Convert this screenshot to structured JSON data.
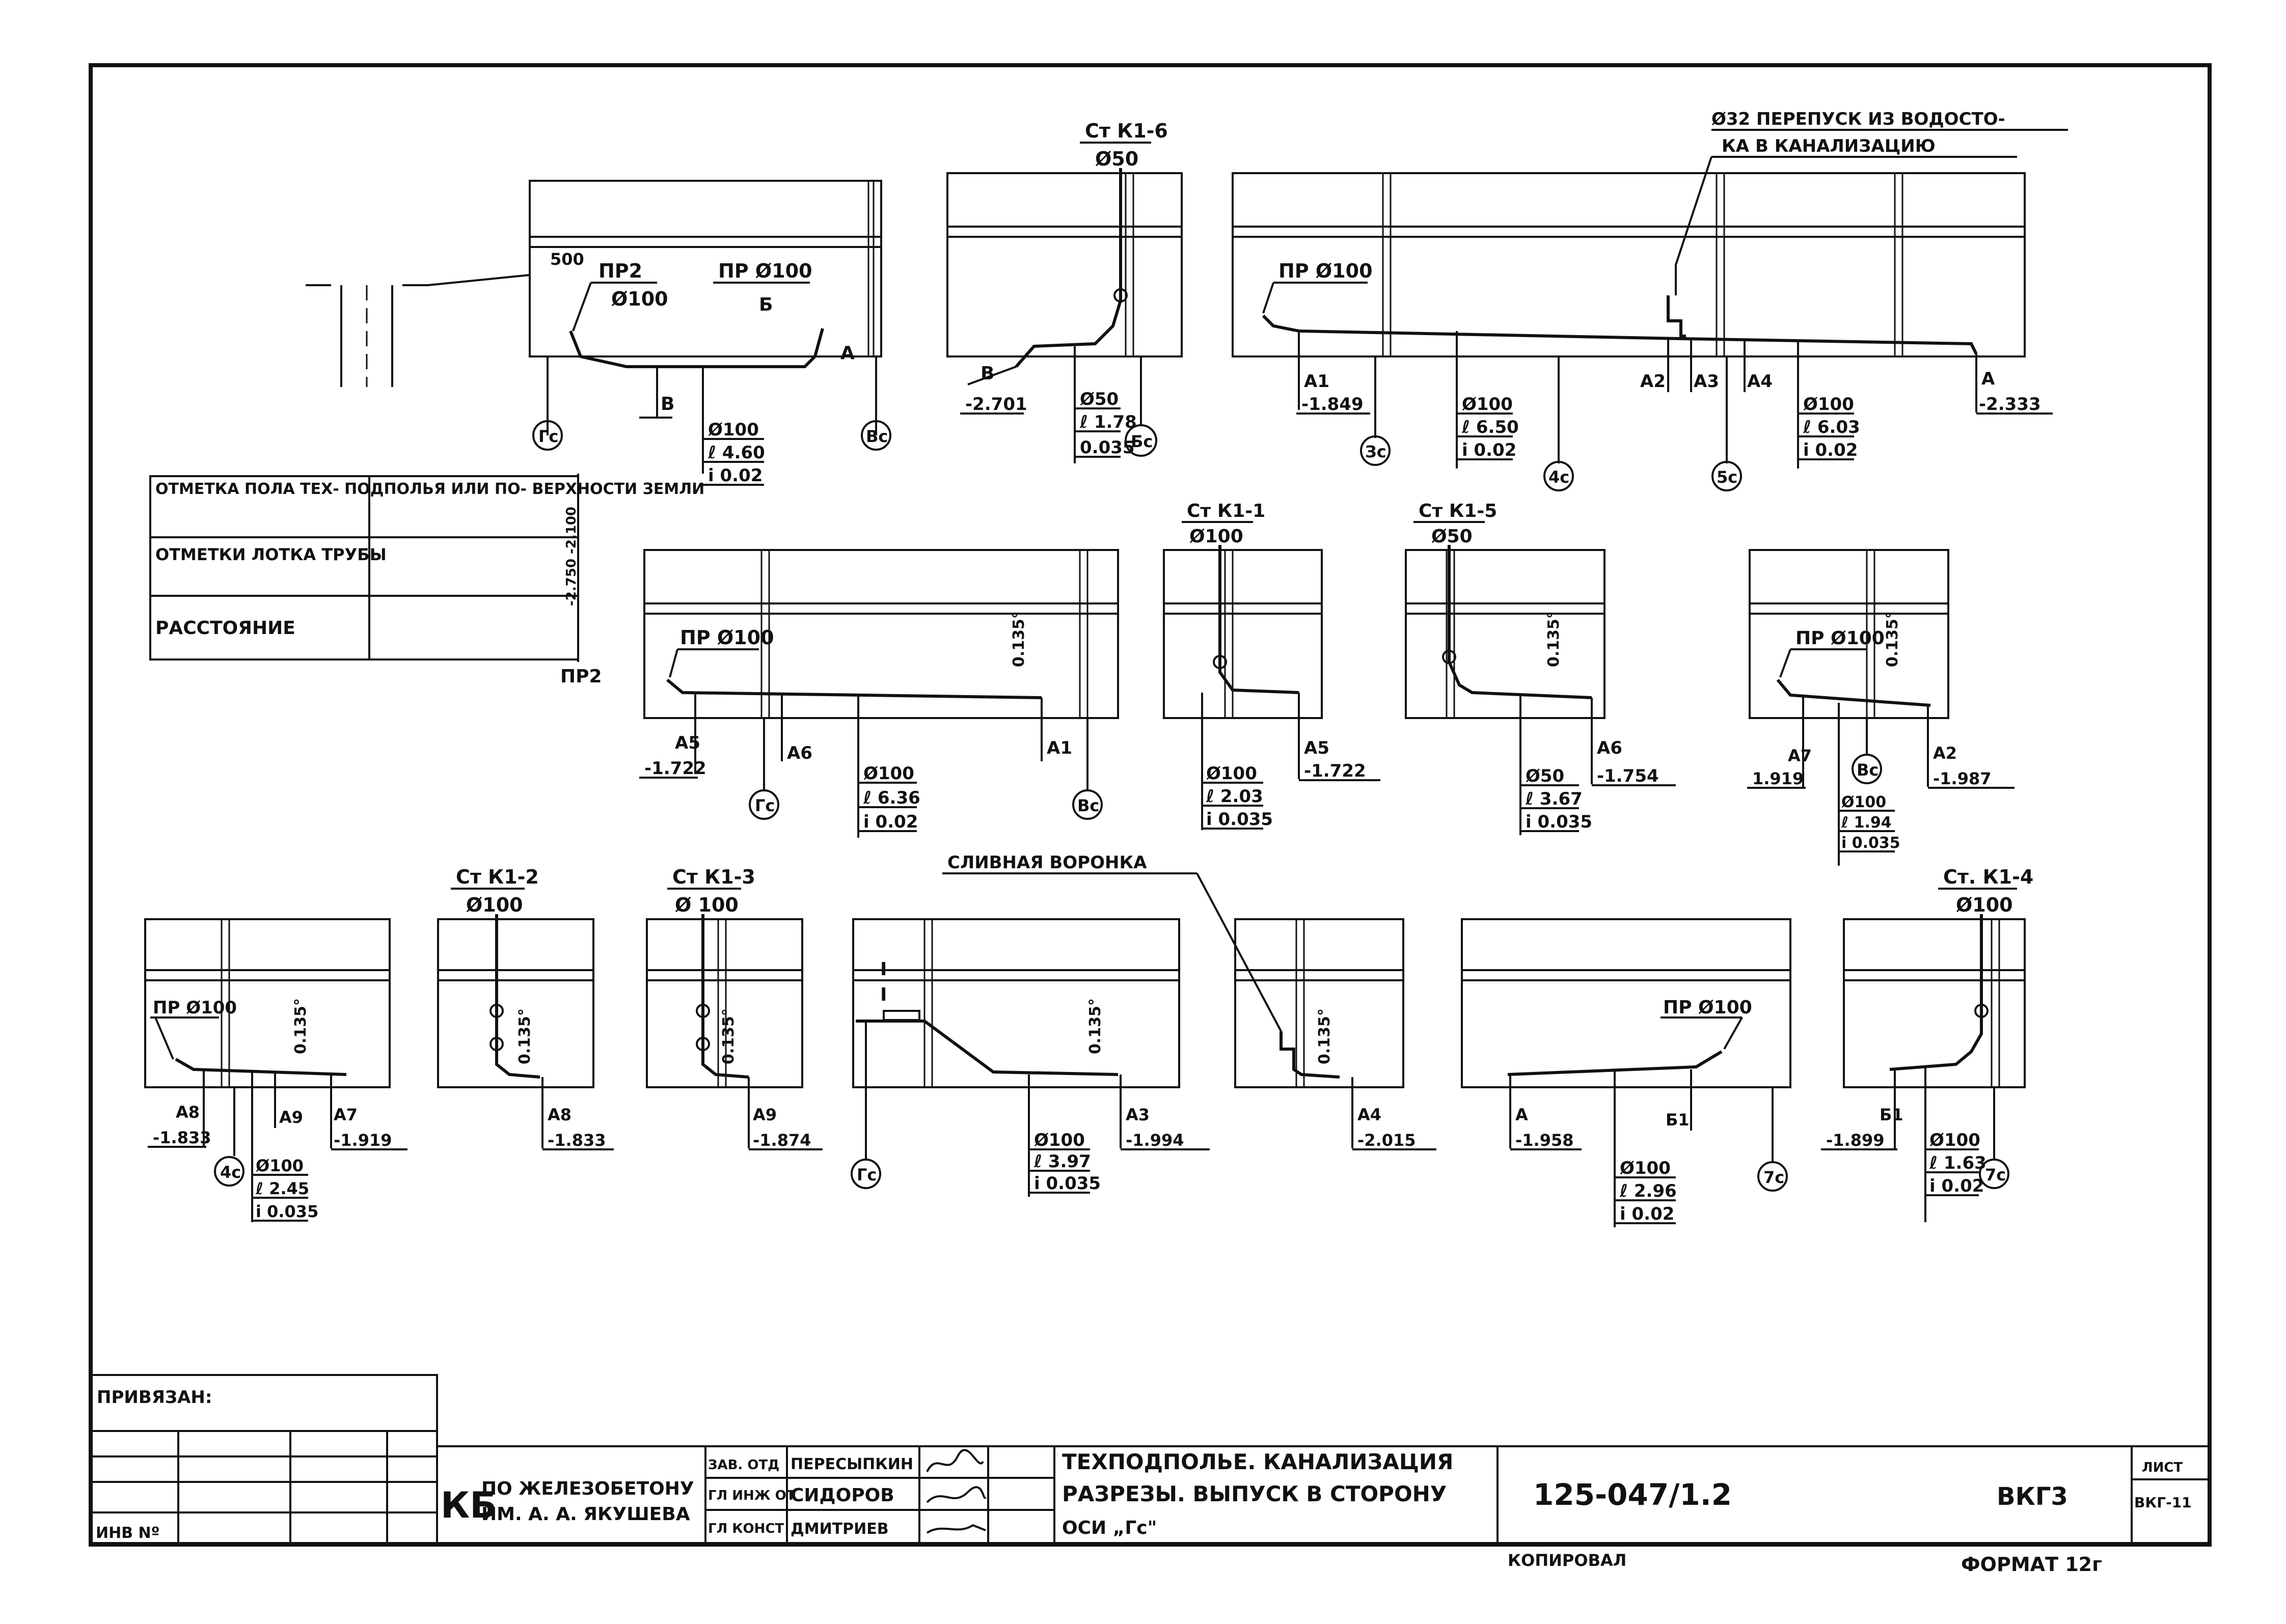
{
  "colors": {
    "ink": "#111111",
    "paper": "#ffffff"
  },
  "table": {
    "row1": "ОТМЕТКА ПОЛА ТЕХ- ПОДПОЛЬЯ ИЛИ ПО- ВЕРХНОСТИ ЗЕМЛИ",
    "row2": "ОТМЕТКИ ЛОТКА ТРУБЫ",
    "row3": "РАССТОЯНИЕ",
    "scale_value": "-2.750 -2.100",
    "label": "ПР2"
  },
  "sections": {
    "s1": {
      "pr_left": "ПР2",
      "pr_left_d": "Ø100",
      "pr_right": "ПР Ø100",
      "dim": "500",
      "b": "Б",
      "a": "А",
      "v": "В",
      "pipe": [
        "Ø100",
        "ℓ 4.60",
        "i 0.02"
      ],
      "axis_left": "Гс",
      "axis_right": "Вс"
    },
    "s2": {
      "riser": "Ст К1-6",
      "riser_d": "Ø50",
      "v": "В",
      "elev": "-2.701",
      "pipe": [
        "Ø50",
        "ℓ 1.78",
        "0.035"
      ],
      "axis": "Бс"
    },
    "s3": {
      "note1": "Ø32 ПЕРЕПУСК ИЗ ВОДОСТО-",
      "note2": "КА В КАНАЛИЗАЦИЮ",
      "pr": "ПР Ø100",
      "a1": "А1",
      "a1_elev": "-1.849",
      "a2": "А2",
      "a3": "А3",
      "a4": "А4",
      "a": "А",
      "a_elev": "-2.333",
      "pipe1": [
        "Ø100",
        "ℓ 6.50",
        "i 0.02"
      ],
      "pipe2": [
        "Ø100",
        "ℓ 6.03",
        "i 0.02"
      ],
      "axis1": "Зс",
      "axis2": "4с",
      "axis3": "5с"
    },
    "s4": {
      "pr": "ПР Ø100",
      "a5": "А5",
      "a5_elev": "-1.722",
      "a6": "А6",
      "a1": "А1",
      "slope": "0.135°",
      "pipe": [
        "Ø100",
        "ℓ 6.36",
        "i 0.02"
      ],
      "axis1": "Гс",
      "axis2": "Вс"
    },
    "s5": {
      "riser": "Ст К1-1",
      "riser_d": "Ø100",
      "a5": "А5",
      "a5_elev": "-1.722",
      "pipe": [
        "Ø100",
        "ℓ 2.03",
        "i 0.035"
      ]
    },
    "s6": {
      "riser": "Ст К1-5",
      "riser_d": "Ø50",
      "slope": "0.135°",
      "a6": "А6",
      "a6_elev": "-1.754",
      "pipe": [
        "Ø50",
        "ℓ 3.67",
        "i 0.035"
      ]
    },
    "s7": {
      "pr": "ПР Ø100",
      "slope": "0.135°",
      "a7": "А7",
      "a7_elev": "1.919",
      "a2": "А2",
      "a2_elev": "-1.987",
      "pipe": [
        "Ø100",
        "ℓ 1.94",
        "i 0.035"
      ],
      "axis": "Вс"
    },
    "s8": {
      "pr": "ПР Ø100",
      "slope": "0.135°",
      "a8": "А8",
      "a8_elev": "-1.833",
      "a9": "А9",
      "a7": "А7",
      "a7_elev": "-1.919",
      "pipe": [
        "Ø100",
        "ℓ 2.45",
        "i 0.035"
      ],
      "axis": "4с"
    },
    "s9": {
      "riser": "Ст К1-2",
      "riser_d": "Ø100",
      "slope": "0.135°",
      "a8": "А8",
      "a8_elev": "-1.833"
    },
    "s10": {
      "riser": "Ст К1-3",
      "riser_d": "Ø 100",
      "slope": "0.135°",
      "a9": "А9",
      "a9_elev": "-1.874"
    },
    "s11": {
      "cut_top": "I",
      "cut_bot": "I",
      "slope": "0.135°",
      "a3": "А3",
      "a3_elev": "-1.994",
      "pipe": [
        "Ø100",
        "ℓ 3.97",
        "i 0.035"
      ],
      "axis": "Гс",
      "funnel": "СЛИВНАЯ ВОРОНКА"
    },
    "s12": {
      "slope": "0.135°",
      "a4": "А4",
      "a4_elev": "-2.015"
    },
    "s13": {
      "pr": "ПР Ø100",
      "a": "А",
      "a_elev": "-1.958",
      "b1": "Б1",
      "pipe": [
        "Ø100",
        "ℓ 2.96",
        "i 0.02"
      ],
      "axis": "7с"
    },
    "s14": {
      "riser": "Ст. К1-4",
      "riser_d": "Ø100",
      "b1": "Б1",
      "b1_elev": "-1.899",
      "pipe": [
        "Ø100",
        "ℓ 1.63",
        "i 0.02"
      ],
      "axis": "7с"
    }
  },
  "title_block": {
    "privyazan": "ПРИВЯЗАН:",
    "inv": "ИНВ Nº",
    "org_kb": "КБ",
    "org1": "ПО ЖЕЛЕЗОБЕТОНУ",
    "org2": "ИМ. А. А. ЯКУШЕВА",
    "roles": [
      "ЗАВ. ОТД",
      "ГЛ ИНЖ ОТ",
      "ГЛ КОНСТ"
    ],
    "names": [
      "ПЕРЕСЫПКИН",
      "СИДОРОВ",
      "ДМИТРИЕВ"
    ],
    "title1": "ТЕХПОДПОЛЬЕ. КАНАЛИЗАЦИЯ",
    "title2": "РАЗРЕЗЫ. ВЫПУСК В СТОРОНУ",
    "title3": "ОСИ „Гс\"",
    "code": "125-047/1.2",
    "mark": "ВКГ3",
    "sheet_label": "ЛИСТ",
    "sheet": "ВКГ-11",
    "copied": "КОПИРОВАЛ",
    "format": "ФОРМАТ 12г"
  }
}
